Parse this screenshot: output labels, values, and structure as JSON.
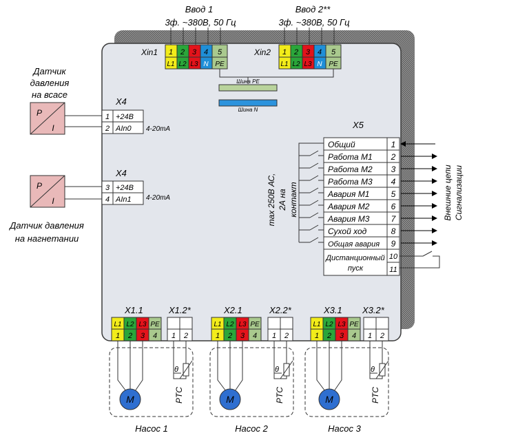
{
  "inputs": {
    "in1_title": "Ввод 1",
    "in1_spec": "3ф. ~380В, 50 Гц",
    "in2_title": "Ввод 2**",
    "in2_spec": "3ф. ~380В, 50 Гц",
    "xin1_label": "Xin1",
    "xin2_label": "Xin2",
    "pin_numbers": [
      "1",
      "2",
      "3",
      "4",
      "5"
    ],
    "pin_names": [
      "L1",
      "L2",
      "L3",
      "N",
      "PE"
    ]
  },
  "buses": {
    "pe": "Шина PE",
    "n": "Шина N"
  },
  "sensors": {
    "suction_label": [
      "Датчик",
      "давления",
      "на всасе"
    ],
    "discharge_label": [
      "Датчик давления",
      "на нагнетании"
    ],
    "symbol_p": "P",
    "symbol_i": "I",
    "x4_label": "X4",
    "x4_top": {
      "pins": [
        "1",
        "2"
      ],
      "signals": [
        "+24В",
        "AIn0"
      ]
    },
    "x4_bottom": {
      "pins": [
        "3",
        "4"
      ],
      "signals": [
        "+24В",
        "AIn1"
      ]
    },
    "current_range": "4-20mA"
  },
  "x5": {
    "label": "X5",
    "rating": [
      "max 250В АС,",
      "2А на",
      "контакт"
    ],
    "rows": [
      {
        "name": "Общий",
        "pin": "1"
      },
      {
        "name": "Работа М1",
        "pin": "2"
      },
      {
        "name": "Работа М2",
        "pin": "3"
      },
      {
        "name": "Работа М3",
        "pin": "4"
      },
      {
        "name": "Авария М1",
        "pin": "5"
      },
      {
        "name": "Авария М2",
        "pin": "6"
      },
      {
        "name": "Авария М3",
        "pin": "7"
      },
      {
        "name": "Сухой ход",
        "pin": "8"
      },
      {
        "name": "Общая авария",
        "pin": "9"
      }
    ],
    "remote": {
      "name": [
        "Дистанционный",
        "пуск"
      ],
      "pins": [
        "10",
        "11"
      ]
    },
    "external_label": [
      "Внешние цепи",
      "Сигнализации"
    ]
  },
  "pumps": [
    {
      "terminal": "X1.1",
      "ptc_terminal": "X1.2*",
      "name": "Насос 1"
    },
    {
      "terminal": "X2.1",
      "ptc_terminal": "X2.2*",
      "name": "Насос 2"
    },
    {
      "terminal": "X3.1",
      "ptc_terminal": "X3.2*",
      "name": "Насос 3"
    }
  ],
  "pump_pins": {
    "names": [
      "L1",
      "L2",
      "L3",
      "PE"
    ],
    "numbers": [
      "1",
      "2",
      "3",
      "4"
    ]
  },
  "ptc_pins": [
    "1",
    "2"
  ],
  "motor_symbol": "M",
  "ptc_label": "PTC",
  "theta": "θ",
  "colors": {
    "yellow": "#f2ec1a",
    "green": "#2aa63a",
    "red": "#e3131b",
    "blue": "#1f8fd8",
    "pe_green": "#a9c98e",
    "bus_pe": "#b9d39c",
    "bus_n": "#2c93dd",
    "panel": "#e3e6ec",
    "sensor": "#e9b9b9",
    "motor": "#2f6fd0"
  }
}
